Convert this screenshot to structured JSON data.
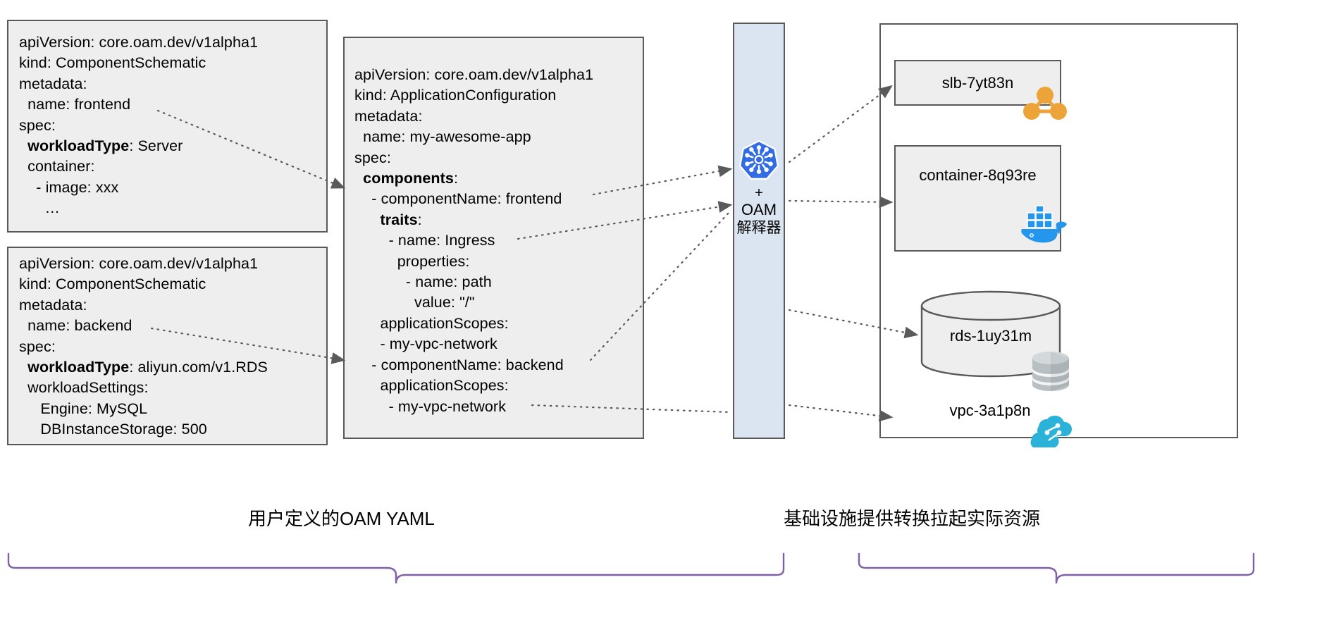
{
  "diagram": {
    "title_hidden": "",
    "colors": {
      "box_fill": "#eeeeee",
      "box_border": "#595959",
      "oam_column_fill": "#dbe5f1",
      "brace_purple": "#7f5fa8",
      "k8s_blue": "#326ce5",
      "docker_blue": "#2496ed",
      "slb_orange": "#eca438",
      "vpc_cyan": "#2bb2d8",
      "db_gray": "#b7bfc2"
    }
  },
  "yaml_boxes": {
    "frontend": {
      "name": "frontend-component-schematic",
      "lines": [
        {
          "text": "apiVersion: core.oam.dev/v1alpha1",
          "bold_prefix": ""
        },
        {
          "text": "kind: ComponentSchematic",
          "bold_prefix": ""
        },
        {
          "text": "metadata:",
          "bold_prefix": ""
        },
        {
          "text": "  name: frontend",
          "bold_prefix": ""
        },
        {
          "text": "spec:",
          "bold_prefix": ""
        },
        {
          "text": "  workloadType: Server",
          "bold_prefix": "workloadType"
        },
        {
          "text": "  container:",
          "bold_prefix": ""
        },
        {
          "text": "    - image: xxx",
          "bold_prefix": ""
        },
        {
          "text": "      …",
          "bold_prefix": ""
        }
      ]
    },
    "backend": {
      "name": "backend-component-schematic",
      "lines": [
        {
          "text": "apiVersion: core.oam.dev/v1alpha1",
          "bold_prefix": ""
        },
        {
          "text": "kind: ComponentSchematic",
          "bold_prefix": ""
        },
        {
          "text": "metadata:",
          "bold_prefix": ""
        },
        {
          "text": "  name: backend",
          "bold_prefix": ""
        },
        {
          "text": "spec:",
          "bold_prefix": ""
        },
        {
          "text": "  workloadType: aliyun.com/v1.RDS",
          "bold_prefix": "workloadType"
        },
        {
          "text": "  workloadSettings:",
          "bold_prefix": ""
        },
        {
          "text": "     Engine: MySQL",
          "bold_prefix": ""
        },
        {
          "text": "     DBInstanceStorage: 500",
          "bold_prefix": ""
        }
      ]
    },
    "application_configuration": {
      "name": "application-configuration",
      "lines": [
        {
          "text": "apiVersion: core.oam.dev/v1alpha1",
          "bold_prefix": ""
        },
        {
          "text": "kind: ApplicationConfiguration",
          "bold_prefix": ""
        },
        {
          "text": "metadata:",
          "bold_prefix": ""
        },
        {
          "text": "  name: my-awesome-app",
          "bold_prefix": ""
        },
        {
          "text": "spec:",
          "bold_prefix": ""
        },
        {
          "text": "  components:",
          "bold_prefix": "components"
        },
        {
          "text": "    - componentName: frontend",
          "bold_prefix": ""
        },
        {
          "text": "      traits:",
          "bold_prefix": "traits"
        },
        {
          "text": "        - name: Ingress",
          "bold_prefix": ""
        },
        {
          "text": "          properties:",
          "bold_prefix": ""
        },
        {
          "text": "            - name: path",
          "bold_prefix": ""
        },
        {
          "text": "              value: \"/\"",
          "bold_prefix": ""
        },
        {
          "text": "      applicationScopes:",
          "bold_prefix": ""
        },
        {
          "text": "      - my-vpc-network",
          "bold_prefix": ""
        },
        {
          "text": "    - componentName: backend",
          "bold_prefix": ""
        },
        {
          "text": "      applicationScopes:",
          "bold_prefix": ""
        },
        {
          "text": "        - my-vpc-network",
          "bold_prefix": ""
        }
      ]
    }
  },
  "oam_interpreter": {
    "icon": "kubernetes-logo",
    "plus": "+",
    "label": "OAM",
    "sublabel": "解释器"
  },
  "resources": [
    {
      "id": "slb",
      "label": "slb-7yt83n",
      "icon": "slb-icon",
      "shape": "rect"
    },
    {
      "id": "container",
      "label": "container-8q93re",
      "icon": "docker-whale-icon",
      "shape": "rect"
    },
    {
      "id": "rds",
      "label": "rds-1uy31m",
      "icon": "database-stack-icon",
      "shape": "cylinder"
    },
    {
      "id": "vpc",
      "label": "vpc-3a1p8n",
      "icon": "vpc-cloud-icon",
      "shape": "plain"
    }
  ],
  "captions": {
    "left": "用户定义的OAM YAML",
    "right": "基础设施提供转换拉起实际资源"
  }
}
